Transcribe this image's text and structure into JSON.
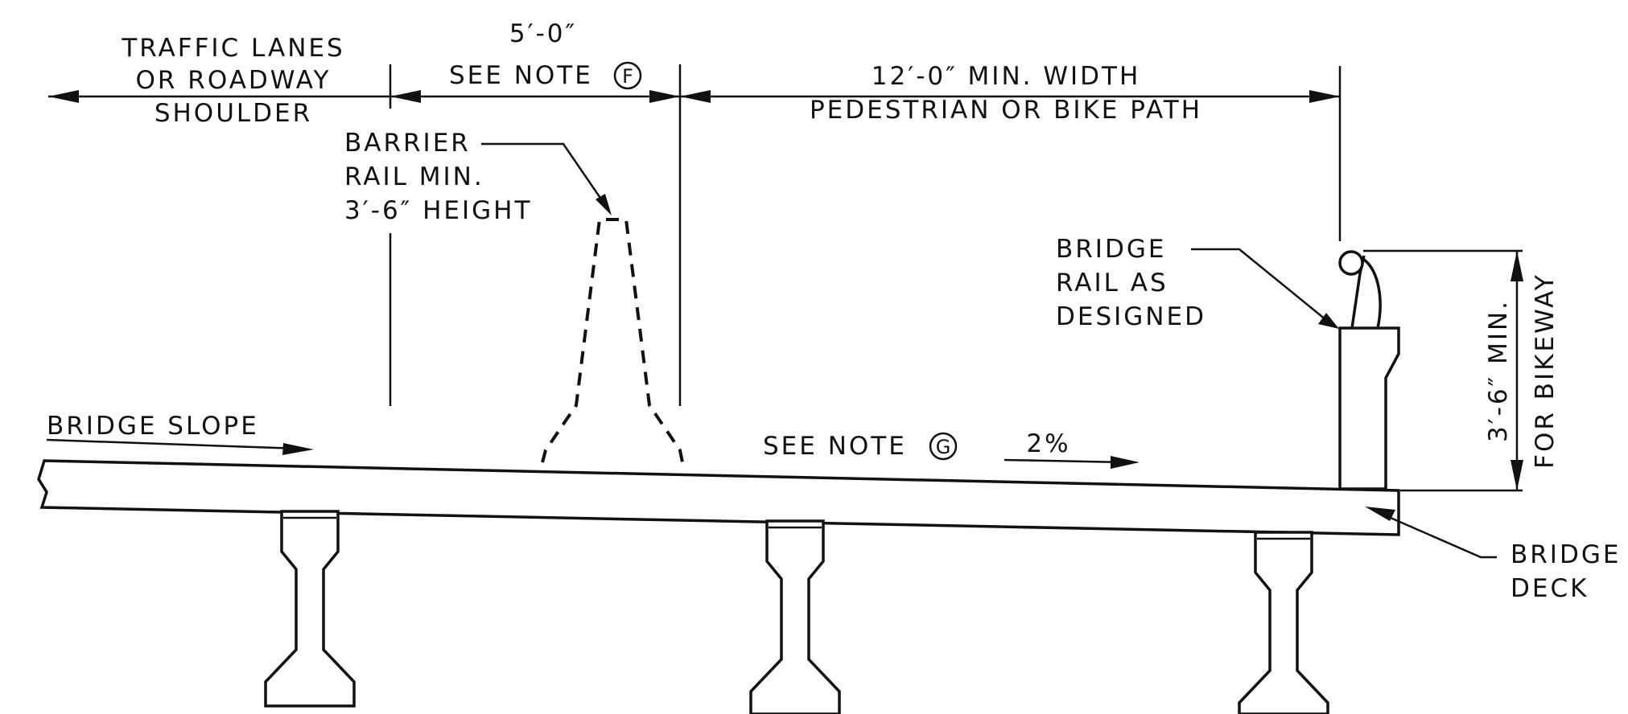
{
  "labels": {
    "traffic_lanes": [
      "TRAFFIC LANES",
      "OR ROADWAY",
      "SHOULDER"
    ],
    "dim_5ft": "5′-0″",
    "see_note_f_text": "SEE NOTE",
    "note_f_letter": "F",
    "path_width": "12′-0″ MIN. WIDTH",
    "path_type": "PEDESTRIAN OR BIKE PATH",
    "barrier_rail": [
      "BARRIER",
      "RAIL MIN.",
      "3′-6″ HEIGHT"
    ],
    "bridge_rail": [
      "BRIDGE",
      "RAIL AS",
      "DESIGNED"
    ],
    "bridge_slope": "BRIDGE SLOPE",
    "see_note_g_text": "SEE NOTE",
    "note_g_letter": "G",
    "slope_pct": "2%",
    "rail_height": "3′-6″ MIN.",
    "for_bikeway": "FOR BIKEWAY",
    "bridge_deck": [
      "BRIDGE",
      "DECK"
    ]
  }
}
